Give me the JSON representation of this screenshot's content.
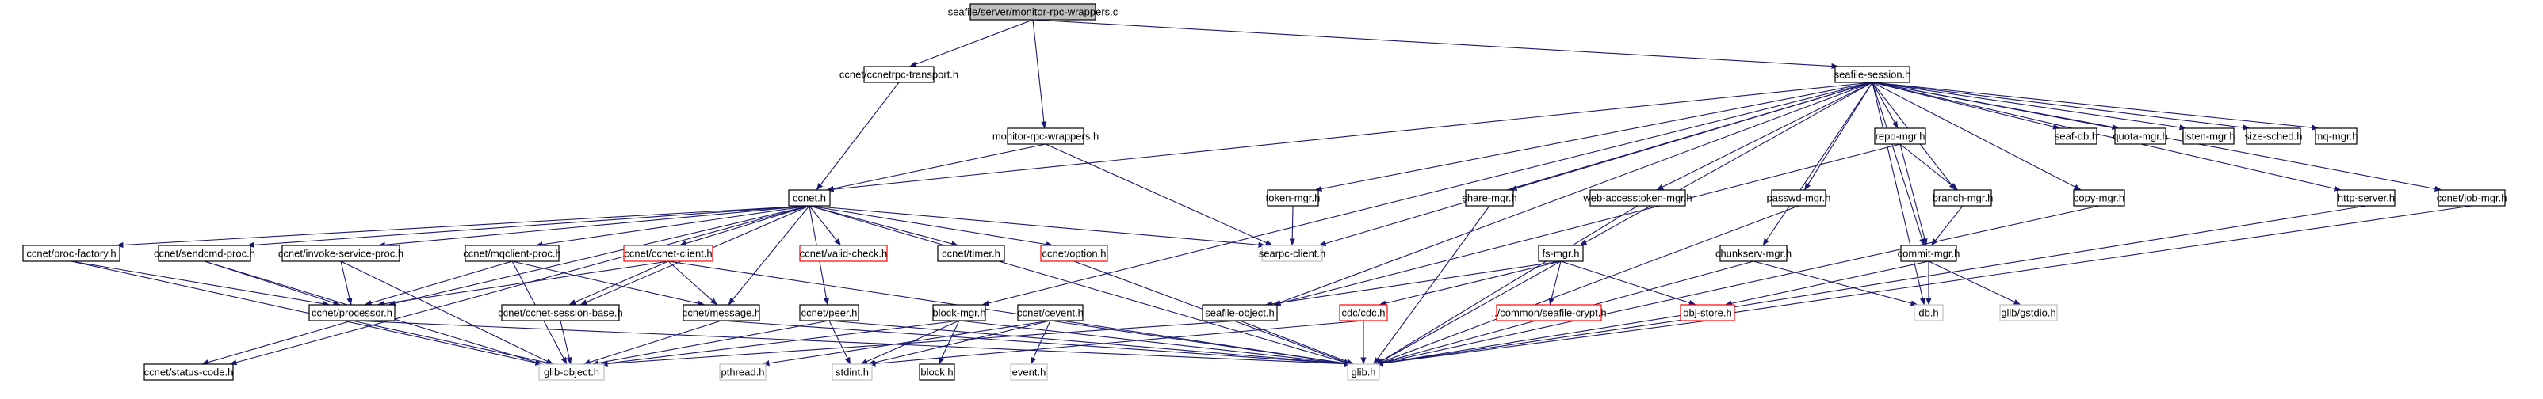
{
  "colors": {
    "edge": "#191970",
    "root_fill": "#bfbfbf",
    "node_border_complete": "#000000",
    "node_border_incomplete": "#ff0000",
    "node_border_external": "#bfbfbf",
    "text": "#000000"
  },
  "nodes": [
    {
      "id": "root",
      "label": "seafile/server/monitor-rpc-wrappers.c",
      "style": "root"
    },
    {
      "id": "transport",
      "label": "ccnet/ccnetrpc-transport.h",
      "style": "normal"
    },
    {
      "id": "session",
      "label": "seafile-session.h",
      "style": "normal"
    },
    {
      "id": "monitor",
      "label": "monitor-rpc-wrappers.h",
      "style": "normal"
    },
    {
      "id": "ccnet",
      "label": "ccnet.h",
      "style": "normal"
    },
    {
      "id": "searpc",
      "label": "searpc-client.h",
      "style": "external"
    },
    {
      "id": "token",
      "label": "token-mgr.h",
      "style": "normal"
    },
    {
      "id": "share",
      "label": "share-mgr.h",
      "style": "normal"
    },
    {
      "id": "webacc",
      "label": "web-accesstoken-mgr.h",
      "style": "normal"
    },
    {
      "id": "passwd",
      "label": "passwd-mgr.h",
      "style": "normal"
    },
    {
      "id": "repo",
      "label": "repo-mgr.h",
      "style": "normal"
    },
    {
      "id": "branch",
      "label": "branch-mgr.h",
      "style": "normal"
    },
    {
      "id": "seafdb",
      "label": "seaf-db.h",
      "style": "normal"
    },
    {
      "id": "quota",
      "label": "quota-mgr.h",
      "style": "normal"
    },
    {
      "id": "listen",
      "label": "listen-mgr.h",
      "style": "normal"
    },
    {
      "id": "sizesched",
      "label": "size-sched.h",
      "style": "normal"
    },
    {
      "id": "mqmgr",
      "label": "mq-mgr.h",
      "style": "normal"
    },
    {
      "id": "copy",
      "label": "copy-mgr.h",
      "style": "normal"
    },
    {
      "id": "http",
      "label": "http-server.h",
      "style": "normal"
    },
    {
      "id": "job",
      "label": "ccnet/job-mgr.h",
      "style": "normal"
    },
    {
      "id": "procfactory",
      "label": "ccnet/proc-factory.h",
      "style": "normal"
    },
    {
      "id": "sendcmd",
      "label": "ccnet/sendcmd-proc.h",
      "style": "normal"
    },
    {
      "id": "invoke",
      "label": "ccnet/invoke-service-proc.h",
      "style": "normal"
    },
    {
      "id": "mqclient",
      "label": "ccnet/mqclient-proc.h",
      "style": "normal"
    },
    {
      "id": "client",
      "label": "ccnet/ccnet-client.h",
      "style": "incomplete"
    },
    {
      "id": "valid",
      "label": "ccnet/valid-check.h",
      "style": "incomplete"
    },
    {
      "id": "timer",
      "label": "ccnet/timer.h",
      "style": "normal"
    },
    {
      "id": "option",
      "label": "ccnet/option.h",
      "style": "incomplete"
    },
    {
      "id": "fsmgr",
      "label": "fs-mgr.h",
      "style": "normal"
    },
    {
      "id": "chunkserv",
      "label": "chunkserv-mgr.h",
      "style": "normal"
    },
    {
      "id": "commit",
      "label": "commit-mgr.h",
      "style": "normal"
    },
    {
      "id": "processor",
      "label": "ccnet/processor.h",
      "style": "normal"
    },
    {
      "id": "sessbase",
      "label": "ccnet/ccnet-session-base.h",
      "style": "normal"
    },
    {
      "id": "message",
      "label": "ccnet/message.h",
      "style": "normal"
    },
    {
      "id": "peer",
      "label": "ccnet/peer.h",
      "style": "normal"
    },
    {
      "id": "blockmgr",
      "label": "block-mgr.h",
      "style": "normal"
    },
    {
      "id": "cevent",
      "label": "ccnet/cevent.h",
      "style": "normal"
    },
    {
      "id": "seafobj",
      "label": "seafile-object.h",
      "style": "normal"
    },
    {
      "id": "cdc",
      "label": "cdc/cdc.h",
      "style": "incomplete"
    },
    {
      "id": "crypt",
      "label": "../common/seafile-crypt.h",
      "style": "incomplete"
    },
    {
      "id": "objstore",
      "label": "obj-store.h",
      "style": "incomplete"
    },
    {
      "id": "dbh",
      "label": "db.h",
      "style": "external"
    },
    {
      "id": "gstdio",
      "label": "glib/gstdio.h",
      "style": "external"
    },
    {
      "id": "status",
      "label": "ccnet/status-code.h",
      "style": "normal"
    },
    {
      "id": "gobject",
      "label": "glib-object.h",
      "style": "external"
    },
    {
      "id": "pthread",
      "label": "pthread.h",
      "style": "external"
    },
    {
      "id": "stdint",
      "label": "stdint.h",
      "style": "external"
    },
    {
      "id": "block",
      "label": "block.h",
      "style": "normal"
    },
    {
      "id": "event",
      "label": "event.h",
      "style": "external"
    },
    {
      "id": "glib",
      "label": "glib.h",
      "style": "external"
    }
  ],
  "edges": [
    [
      "root",
      "transport"
    ],
    [
      "root",
      "monitor"
    ],
    [
      "root",
      "session"
    ],
    [
      "transport",
      "ccnet"
    ],
    [
      "monitor",
      "ccnet"
    ],
    [
      "monitor",
      "searpc"
    ],
    [
      "session",
      "ccnet"
    ],
    [
      "session",
      "searpc"
    ],
    [
      "session",
      "token"
    ],
    [
      "session",
      "share"
    ],
    [
      "session",
      "webacc"
    ],
    [
      "session",
      "passwd"
    ],
    [
      "session",
      "repo"
    ],
    [
      "session",
      "branch"
    ],
    [
      "session",
      "seafdb"
    ],
    [
      "session",
      "quota"
    ],
    [
      "session",
      "listen"
    ],
    [
      "session",
      "sizesched"
    ],
    [
      "session",
      "mqmgr"
    ],
    [
      "session",
      "copy"
    ],
    [
      "session",
      "http"
    ],
    [
      "session",
      "job"
    ],
    [
      "session",
      "fsmgr"
    ],
    [
      "session",
      "chunkserv"
    ],
    [
      "session",
      "commit"
    ],
    [
      "session",
      "seafobj"
    ],
    [
      "session",
      "blockmgr"
    ],
    [
      "session",
      "dbh"
    ],
    [
      "token",
      "searpc"
    ],
    [
      "ccnet",
      "procfactory"
    ],
    [
      "ccnet",
      "sendcmd"
    ],
    [
      "ccnet",
      "invoke"
    ],
    [
      "ccnet",
      "mqclient"
    ],
    [
      "ccnet",
      "client"
    ],
    [
      "ccnet",
      "valid"
    ],
    [
      "ccnet",
      "timer"
    ],
    [
      "ccnet",
      "option"
    ],
    [
      "ccnet",
      "searpc"
    ],
    [
      "ccnet",
      "processor"
    ],
    [
      "ccnet",
      "sessbase"
    ],
    [
      "ccnet",
      "message"
    ],
    [
      "ccnet",
      "peer"
    ],
    [
      "ccnet",
      "status"
    ],
    [
      "ccnet",
      "glib"
    ],
    [
      "procfactory",
      "processor"
    ],
    [
      "procfactory",
      "gobject"
    ],
    [
      "sendcmd",
      "processor"
    ],
    [
      "sendcmd",
      "gobject"
    ],
    [
      "invoke",
      "processor"
    ],
    [
      "invoke",
      "gobject"
    ],
    [
      "mqclient",
      "processor"
    ],
    [
      "mqclient",
      "message"
    ],
    [
      "mqclient",
      "gobject"
    ],
    [
      "client",
      "processor"
    ],
    [
      "client",
      "sessbase"
    ],
    [
      "client",
      "message"
    ],
    [
      "client",
      "glib"
    ],
    [
      "option",
      "glib"
    ],
    [
      "processor",
      "status"
    ],
    [
      "processor",
      "gobject"
    ],
    [
      "processor",
      "glib"
    ],
    [
      "sessbase",
      "gobject"
    ],
    [
      "message",
      "gobject"
    ],
    [
      "message",
      "glib"
    ],
    [
      "peer",
      "stdint"
    ],
    [
      "peer",
      "gobject"
    ],
    [
      "peer",
      "glib"
    ],
    [
      "share",
      "glib"
    ],
    [
      "webacc",
      "glib"
    ],
    [
      "passwd",
      "glib"
    ],
    [
      "repo",
      "branch"
    ],
    [
      "repo",
      "commit"
    ],
    [
      "repo",
      "seafobj"
    ],
    [
      "branch",
      "commit"
    ],
    [
      "commit",
      "objstore"
    ],
    [
      "commit",
      "dbh"
    ],
    [
      "commit",
      "gstdio"
    ],
    [
      "fsmgr",
      "cdc"
    ],
    [
      "fsmgr",
      "crypt"
    ],
    [
      "fsmgr",
      "objstore"
    ],
    [
      "fsmgr",
      "seafobj"
    ],
    [
      "fsmgr",
      "glib"
    ],
    [
      "chunkserv",
      "dbh"
    ],
    [
      "chunkserv",
      "glib"
    ],
    [
      "copy",
      "glib"
    ],
    [
      "http",
      "glib"
    ],
    [
      "job",
      "glib"
    ],
    [
      "blockmgr",
      "block"
    ],
    [
      "blockmgr",
      "stdint"
    ],
    [
      "blockmgr",
      "glib"
    ],
    [
      "blockmgr",
      "gobject"
    ],
    [
      "cevent",
      "event"
    ],
    [
      "cevent",
      "stdint"
    ],
    [
      "cevent",
      "pthread"
    ],
    [
      "cevent",
      "glib"
    ],
    [
      "seafobj",
      "gobject"
    ],
    [
      "seafobj",
      "glib"
    ],
    [
      "cdc",
      "stdint"
    ],
    [
      "cdc",
      "glib"
    ],
    [
      "objstore",
      "glib"
    ]
  ]
}
